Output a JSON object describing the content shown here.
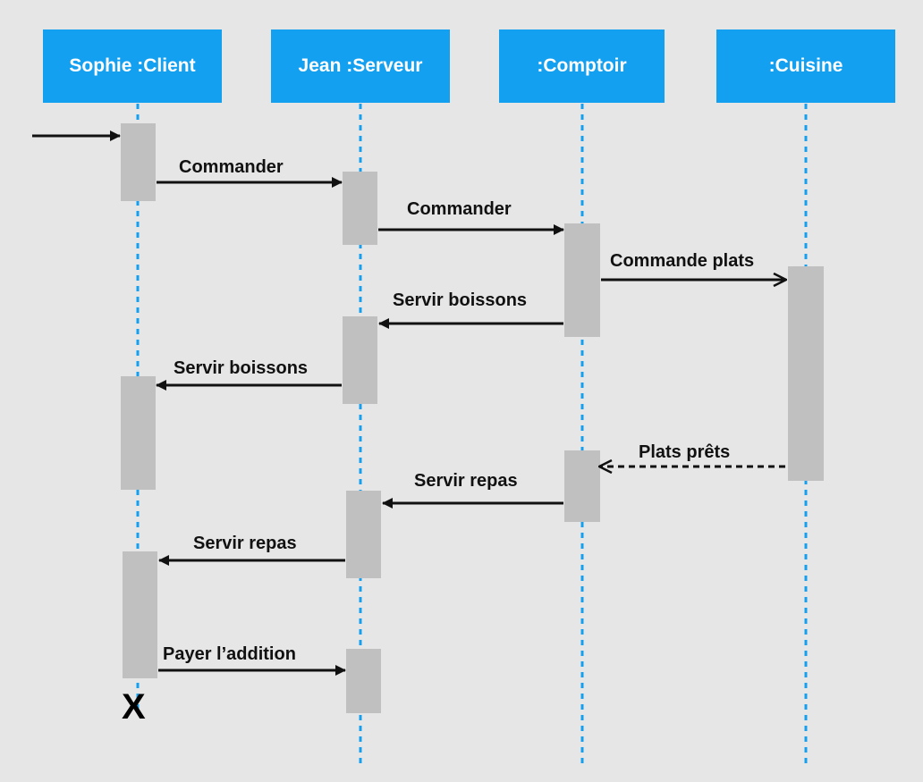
{
  "colors": {
    "background": "#e6e6e6",
    "participant_fill": "#14a0f0",
    "participant_text": "#ffffff",
    "lifeline": "#14a0f0",
    "activation": "#c0c0c0",
    "arrow": "#111111"
  },
  "participants": [
    {
      "id": "client",
      "label": "Sophie :Client"
    },
    {
      "id": "serveur",
      "label": "Jean :Serveur"
    },
    {
      "id": "comptoir",
      "label": ":Comptoir"
    },
    {
      "id": "cuisine",
      "label": ":Cuisine"
    }
  ],
  "messages": [
    {
      "from": "external",
      "to": "client",
      "label": "",
      "style": "solid"
    },
    {
      "from": "client",
      "to": "serveur",
      "label": "Commander",
      "style": "solid"
    },
    {
      "from": "serveur",
      "to": "comptoir",
      "label": "Commander",
      "style": "solid"
    },
    {
      "from": "comptoir",
      "to": "cuisine",
      "label": "Commande plats",
      "style": "solid-open"
    },
    {
      "from": "comptoir",
      "to": "serveur",
      "label": "Servir boissons",
      "style": "solid"
    },
    {
      "from": "serveur",
      "to": "client",
      "label": "Servir boissons",
      "style": "solid"
    },
    {
      "from": "cuisine",
      "to": "comptoir",
      "label": "Plats prêts",
      "style": "dashed-open"
    },
    {
      "from": "comptoir",
      "to": "serveur",
      "label": "Servir repas",
      "style": "solid"
    },
    {
      "from": "serveur",
      "to": "client",
      "label": "Servir repas",
      "style": "solid"
    },
    {
      "from": "client",
      "to": "serveur",
      "label": "Payer l’addition",
      "style": "solid"
    }
  ],
  "destroy": {
    "participant": "client",
    "symbol": "X"
  }
}
